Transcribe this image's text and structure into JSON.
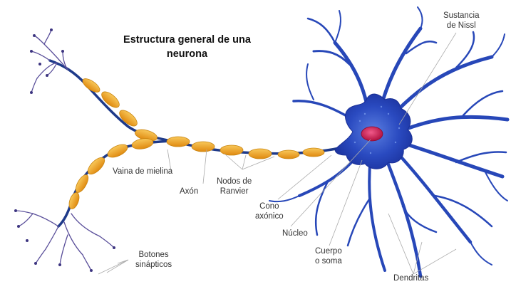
{
  "title_line1": "Estructura general de una",
  "title_line2": "neurona",
  "labels": {
    "sustancia_1": "Sustancia",
    "sustancia_2": "de Nissl",
    "vaina": "Vaina de mielina",
    "axon": "Axón",
    "nodos_1": "Nodos de",
    "nodos_2": "Ranvier",
    "cono_1": "Cono",
    "cono_2": "axónico",
    "nucleo": "Núcleo",
    "cuerpo_1": "Cuerpo",
    "cuerpo_2": "o soma",
    "botones_1": "Botones",
    "botones_2": "sinápticos",
    "dendritas": "Dendritas"
  },
  "colors": {
    "soma": "#1f3fb0",
    "dendrite": "#2747b8",
    "axon": "#1e3a8a",
    "myelin": "#f0a81c",
    "nucleus": "#c2184f",
    "terminal": "#5a4f9a",
    "leader": "#aaaaaa"
  }
}
